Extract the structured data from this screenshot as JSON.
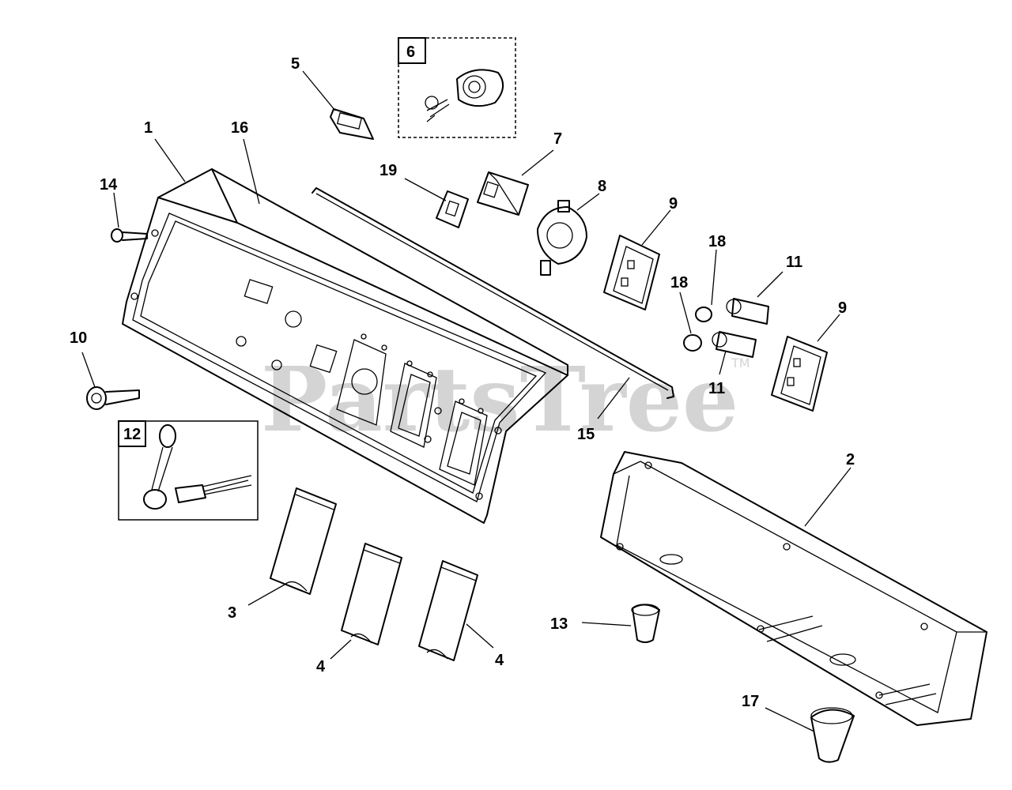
{
  "watermark": {
    "text": "PartsTree",
    "trademark": "TM"
  },
  "callouts": {
    "c1": "1",
    "c2": "2",
    "c3": "3",
    "c4a": "4",
    "c4b": "4",
    "c5": "5",
    "c6": "6",
    "c7": "7",
    "c8": "8",
    "c9a": "9",
    "c9b": "9",
    "c10": "10",
    "c11a": "11",
    "c11b": "11",
    "c12": "12",
    "c13": "13",
    "c14": "14",
    "c15": "15",
    "c16": "16",
    "c17": "17",
    "c18a": "18",
    "c18b": "18",
    "c19": "19"
  },
  "colors": {
    "line": "#000000",
    "watermark": "#d4d4d4",
    "background": "#ffffff"
  }
}
